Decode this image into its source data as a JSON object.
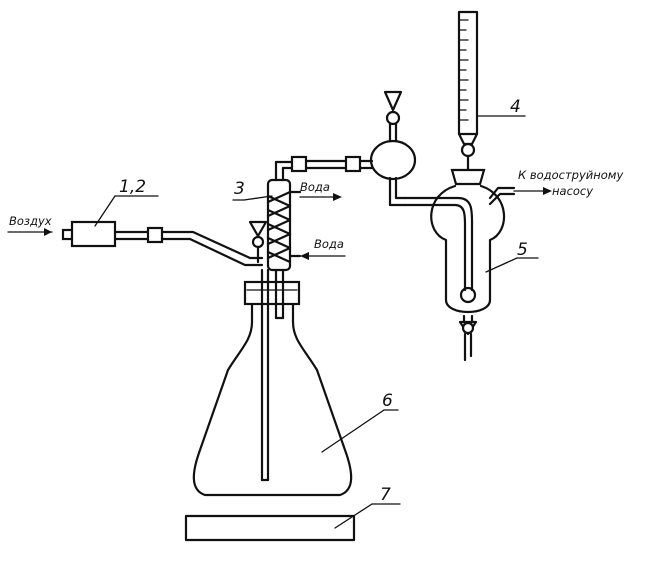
{
  "labels": {
    "air": "Воздух",
    "water_out": "Вода",
    "water_in": "Вода",
    "pump_line1": "К водоструйному",
    "pump_line2": "насосу"
  },
  "callouts": {
    "c12": "1,2",
    "c3": "3",
    "c4": "4",
    "c5": "5",
    "c6": "6",
    "c7": "7"
  }
}
